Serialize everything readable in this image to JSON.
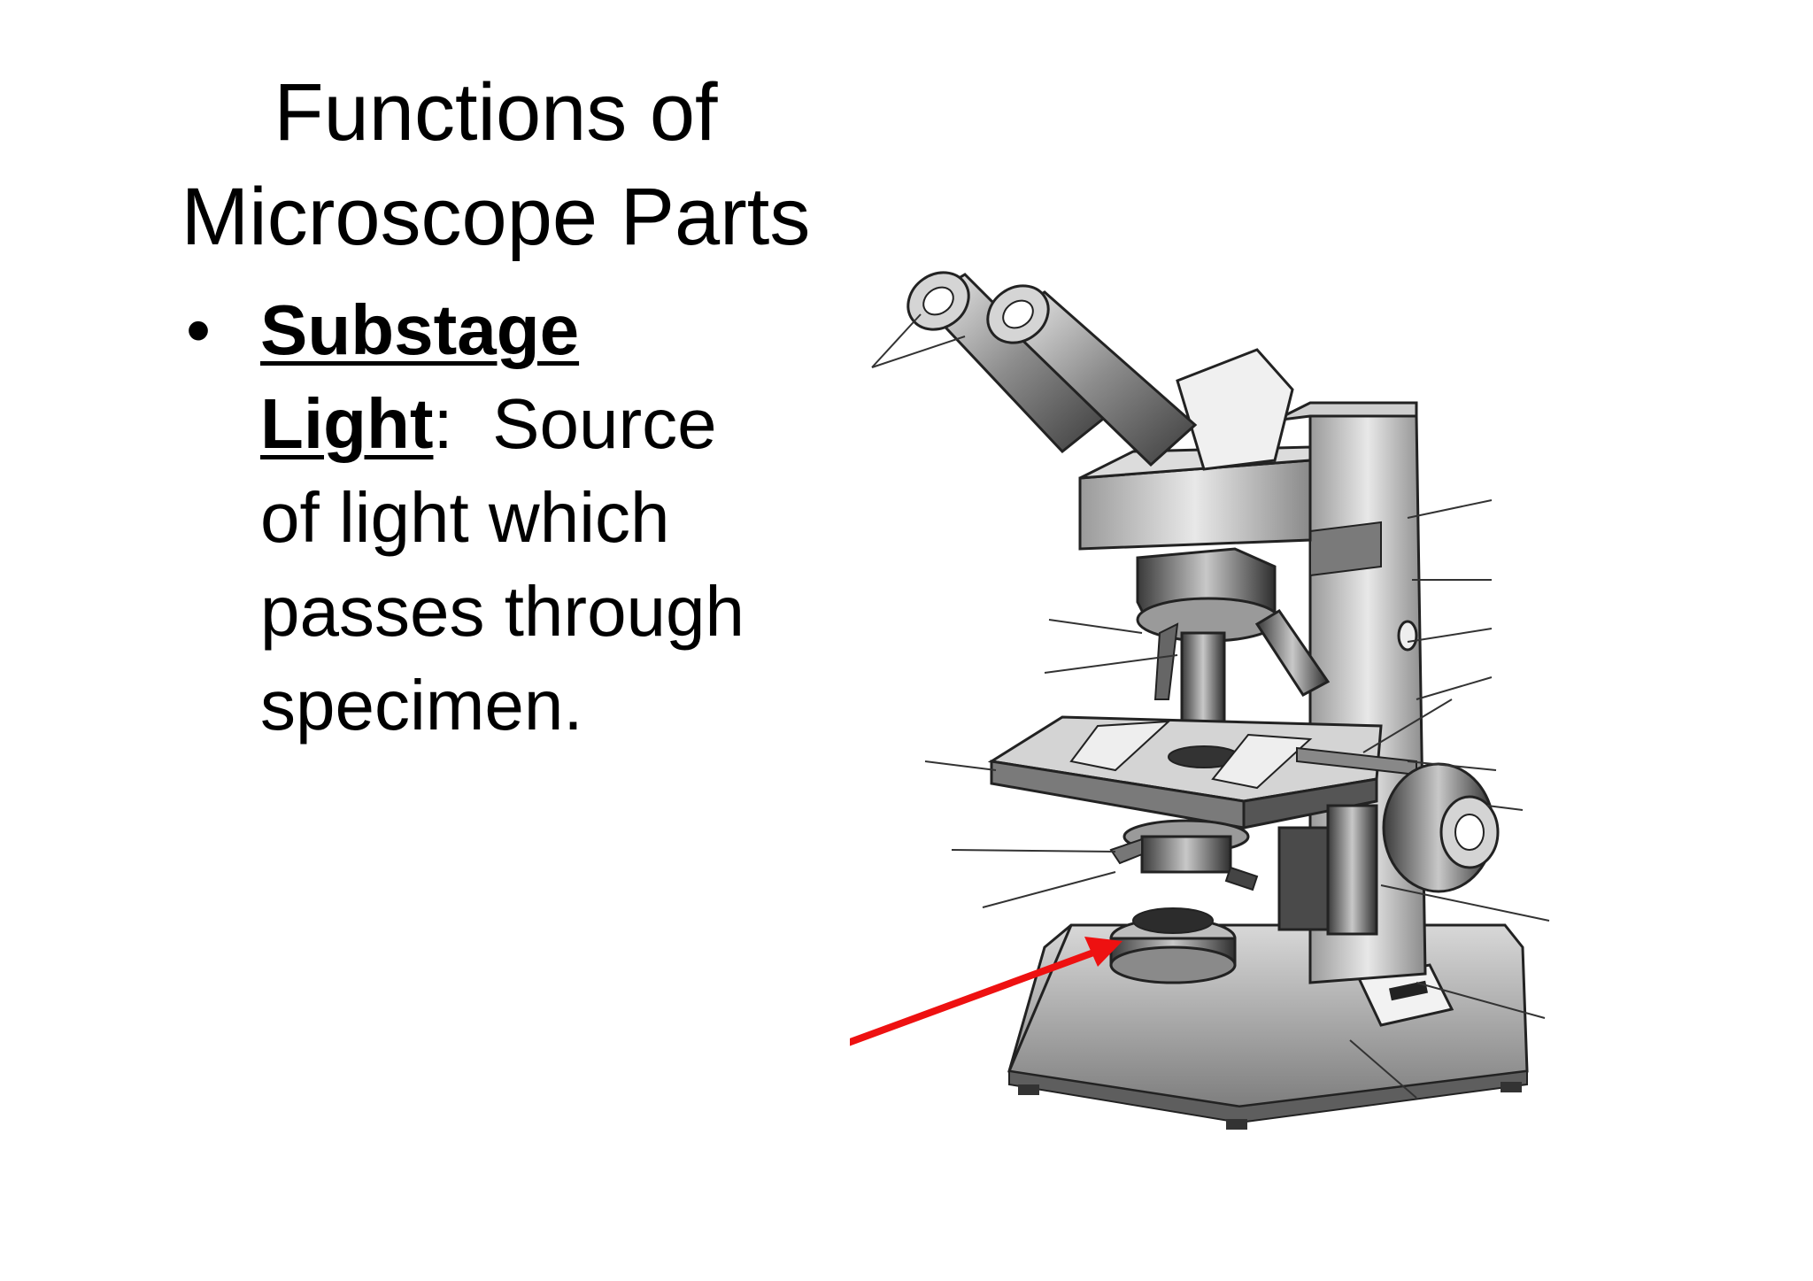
{
  "slide": {
    "title_line1": "Functions of",
    "title_line2": "Microscope Parts",
    "bullet_symbol": "•",
    "term_line1": "Substage",
    "term_line2": "Light",
    "term_suffix": ":",
    "definition_line1": "Source",
    "definition_line2": "of light which",
    "definition_line3": "passes through",
    "definition_line4": "specimen."
  },
  "diagram": {
    "icon": "microscope-illustration",
    "highlighted_part": "substage light",
    "arrow_color": "#ee1111",
    "unlabeled_leader_lines": 16
  }
}
